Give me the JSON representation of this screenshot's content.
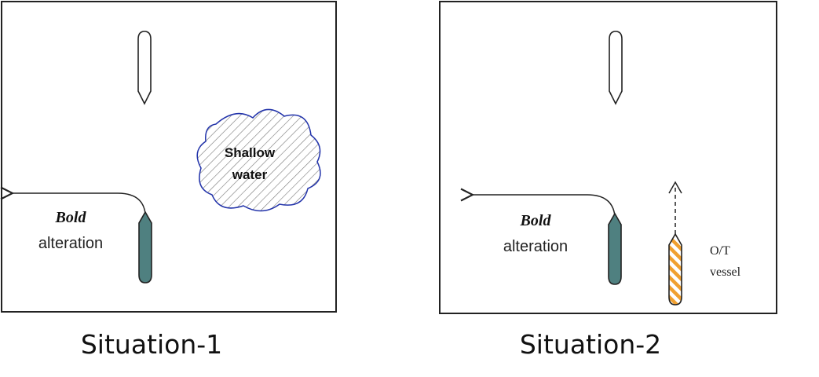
{
  "panels": [
    {
      "caption": "Situation-1",
      "bold_word": "Bold",
      "alteration_word": "alteration",
      "shallow_line1": "Shallow",
      "shallow_line2": "water"
    },
    {
      "caption": "Situation-2",
      "bold_word": "Bold",
      "alteration_word": "alteration",
      "ot_line1": "O/T",
      "ot_line2": "vessel"
    }
  ],
  "colors": {
    "own_vessel": "#4f8080",
    "shallow_outline": "#2233aa",
    "ot_stripe": "#f0a030"
  },
  "icons": {
    "vessel_shape": "ship-hull-icon",
    "course_arrow": "curved-arrow-left-icon"
  }
}
